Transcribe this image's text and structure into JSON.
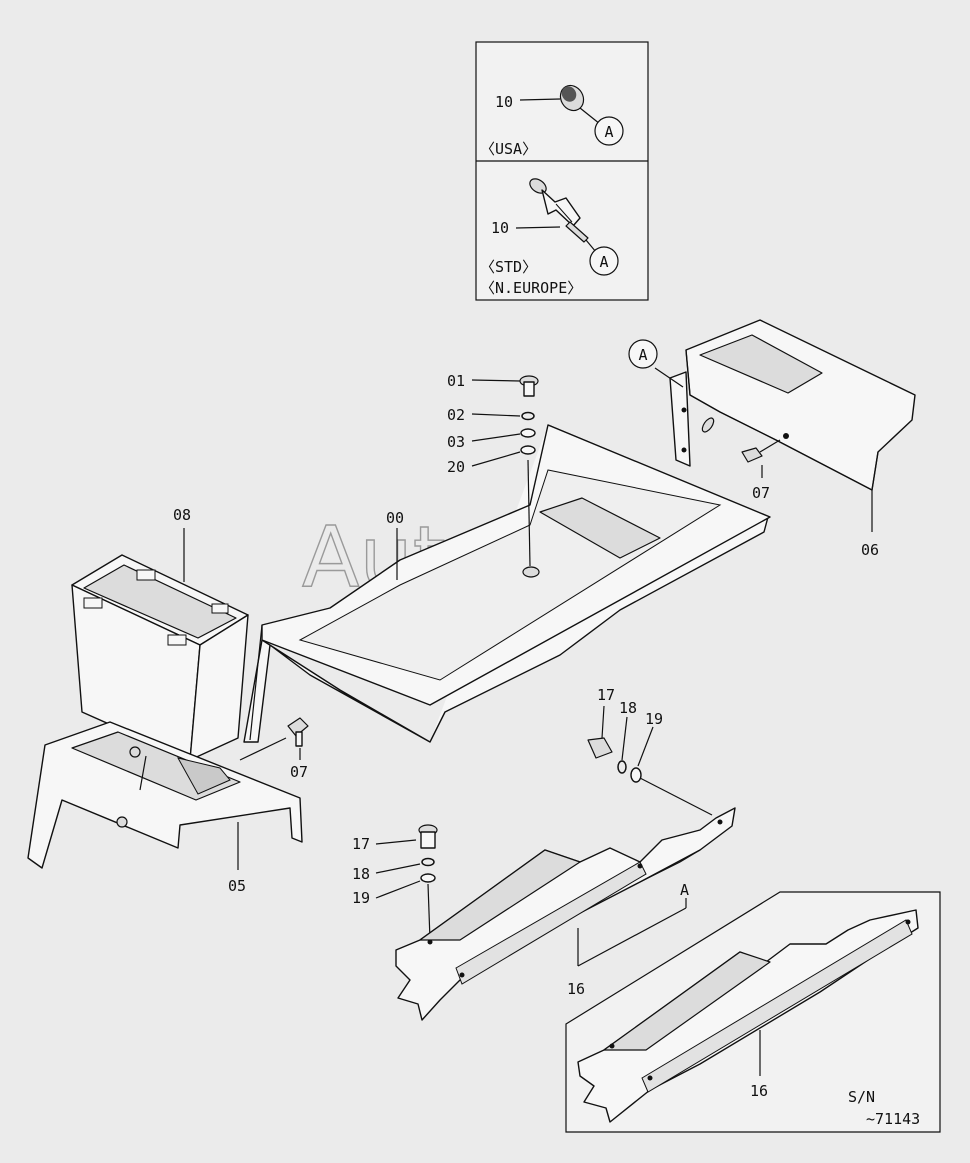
{
  "inset": {
    "usa": {
      "region_label": "〈USA〉",
      "part_label": "10",
      "ref_label": "A"
    },
    "std": {
      "region_label_1": "〈STD〉",
      "region_label_2": "〈N.EUROPE〉",
      "part_label": "10",
      "ref_label": "A"
    }
  },
  "callouts": {
    "c01": "01",
    "c02": "02",
    "c03": "03",
    "c20": "20",
    "c00": "00",
    "c08": "08",
    "c06": "06",
    "c05": "05",
    "c07a": "07",
    "c07b": "07",
    "c17a": "17",
    "c18a": "18",
    "c19a": "19",
    "c17b": "17",
    "c18b": "18",
    "c19b": "19",
    "c16a": "16",
    "c16b": "16",
    "refA_top": "A",
    "refA_bottom": "A"
  },
  "serial_box": {
    "line1": "S/N",
    "line2": "~71143"
  },
  "watermark": "AutoSoft"
}
